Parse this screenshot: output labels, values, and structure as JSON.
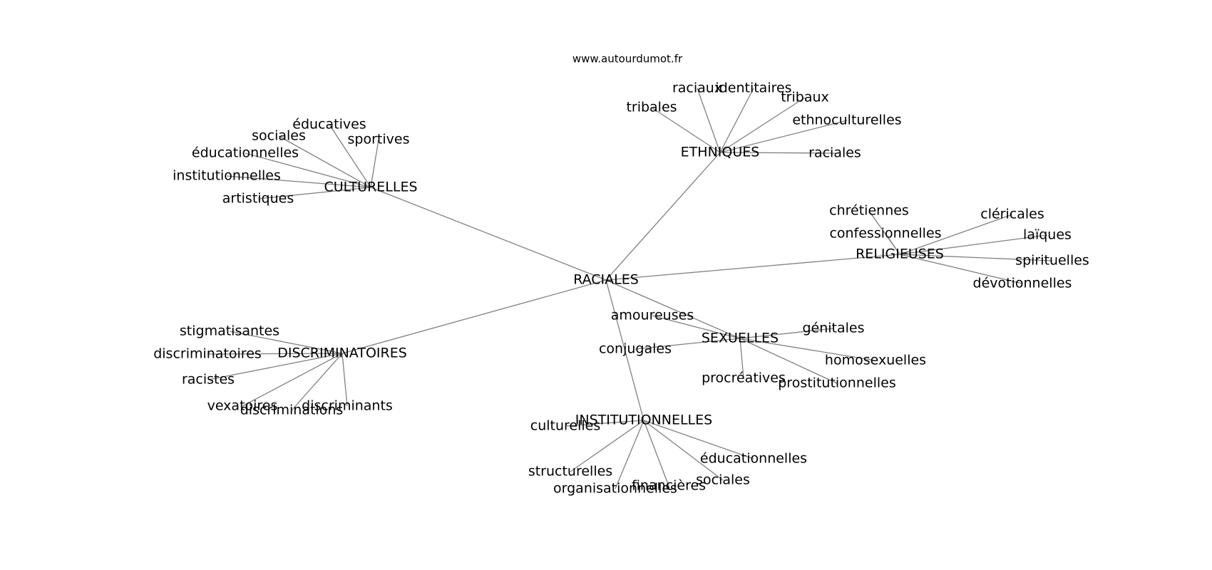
{
  "watermark": "www.autourdumot.fr",
  "colors": {
    "edge": "#808080",
    "text": "#000000",
    "background": "#ffffff"
  },
  "root": "RACIALES",
  "groups": [
    {
      "id": "culturelles",
      "label": "CULTURELLES",
      "leaves": [
        {
          "id": "educatives",
          "label": "éducatives"
        },
        {
          "id": "sociales",
          "label": "sociales"
        },
        {
          "id": "sportives",
          "label": "sportives"
        },
        {
          "id": "educationnelles",
          "label": "éducationnelles"
        },
        {
          "id": "institutionnelles",
          "label": "institutionnelles"
        },
        {
          "id": "artistiques",
          "label": "artistiques"
        }
      ]
    },
    {
      "id": "ethniques",
      "label": "ETHNIQUES",
      "leaves": [
        {
          "id": "racaux",
          "label": "raciaux"
        },
        {
          "id": "identitaires",
          "label": "identitaires"
        },
        {
          "id": "tribaux",
          "label": "tribaux"
        },
        {
          "id": "tribales",
          "label": "tribales"
        },
        {
          "id": "ethnoculturelles",
          "label": "ethnoculturelles"
        },
        {
          "id": "raciales",
          "label": "raciales"
        }
      ]
    },
    {
      "id": "religieuses",
      "label": "RELIGIEUSES",
      "leaves": [
        {
          "id": "chretiennes",
          "label": "chrétiennes"
        },
        {
          "id": "clericales",
          "label": "cléricales"
        },
        {
          "id": "confessionnelles",
          "label": "confessionnelles"
        },
        {
          "id": "laiques",
          "label": "laïques"
        },
        {
          "id": "spirituelles",
          "label": "spirituelles"
        },
        {
          "id": "devotionnelles",
          "label": "dévotionnelles"
        }
      ]
    },
    {
      "id": "sexuelles",
      "label": "SEXUELLES",
      "leaves": [
        {
          "id": "amoureuses",
          "label": "amoureuses"
        },
        {
          "id": "genitales",
          "label": "génitales"
        },
        {
          "id": "conjugales",
          "label": "conjugales"
        },
        {
          "id": "homosexuelles",
          "label": "homosexuelles"
        },
        {
          "id": "procreatives",
          "label": "procréatives"
        },
        {
          "id": "prostitutionnelles",
          "label": "prostitutionnelles"
        }
      ]
    },
    {
      "id": "discriminatoires",
      "label": "DISCRIMINATOIRES",
      "leaves": [
        {
          "id": "stigmatisantes",
          "label": "stigmatisantes"
        },
        {
          "id": "discriminatoires",
          "label": "discriminatoires"
        },
        {
          "id": "racistes",
          "label": "racistes"
        },
        {
          "id": "vexatoires",
          "label": "vexatoires"
        },
        {
          "id": "discriminations",
          "label": "discriminations"
        },
        {
          "id": "discriminants",
          "label": "discriminants"
        }
      ]
    },
    {
      "id": "institutionnelles",
      "label": "INSTITUTIONNELLES",
      "leaves": [
        {
          "id": "culturelles",
          "label": "culturelles"
        },
        {
          "id": "structurelles",
          "label": "structurelles"
        },
        {
          "id": "organisationnelles",
          "label": "organisationnelles"
        },
        {
          "id": "financieres",
          "label": "financières"
        },
        {
          "id": "sociales",
          "label": "sociales"
        },
        {
          "id": "educationnelles",
          "label": "éducationnelles"
        }
      ]
    }
  ]
}
